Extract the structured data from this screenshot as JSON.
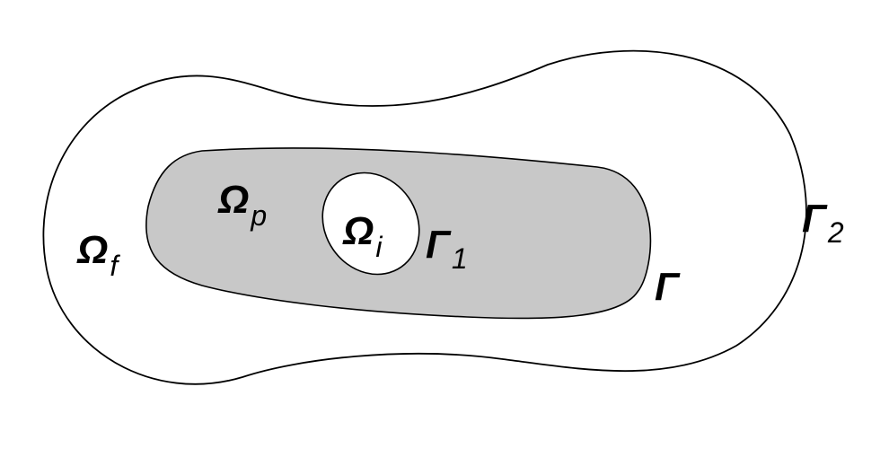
{
  "colors": {
    "background": "#ffffff",
    "outline": "#000000",
    "porous_fill": "#c8c8c8",
    "inclusion_fill": "#ffffff"
  },
  "labels": {
    "omega_f": {
      "main": "Ω",
      "sub": "f"
    },
    "omega_p": {
      "main": "Ω",
      "sub": "p"
    },
    "omega_i": {
      "main": "Ω",
      "sub": "i"
    },
    "gamma_1": {
      "main": "Γ",
      "sub": "1"
    },
    "gamma": {
      "main": "Γ",
      "sub": ""
    },
    "gamma_2": {
      "main": "Γ",
      "sub": "2"
    }
  }
}
